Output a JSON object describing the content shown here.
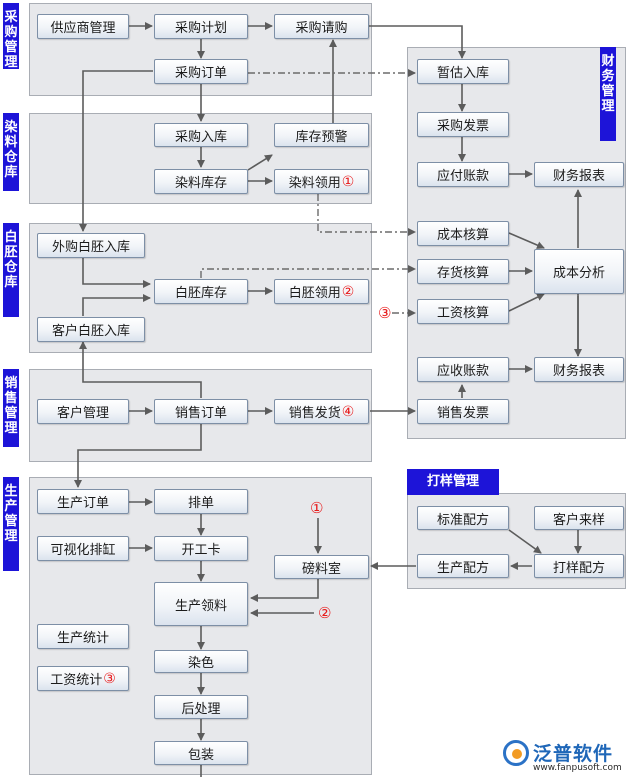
{
  "sections": {
    "procurement": "采购管理",
    "dye_warehouse": "染料仓库",
    "greige_warehouse": "白胚仓库",
    "sales": "销售管理",
    "production": "生产管理",
    "finance": "财务管理",
    "sampling": "打样管理"
  },
  "nodes": {
    "supplier_mgmt": "供应商管理",
    "purchase_plan": "采购计划",
    "purchase_request": "采购请购",
    "purchase_order": "采购订单",
    "purchase_inbound": "采购入库",
    "stock_alert": "库存预警",
    "dye_stock": "染料库存",
    "dye_issue": "染料领用",
    "external_greige_inbound": "外购白胚入库",
    "greige_stock": "白胚库存",
    "greige_issue": "白胚领用",
    "customer_greige_inbound": "客户白胚入库",
    "customer_mgmt": "客户管理",
    "sales_order": "销售订单",
    "sales_delivery": "销售发货",
    "prod_order": "生产订单",
    "scheduling": "排单",
    "visual_vat": "可视化排缸",
    "work_card": "开工卡",
    "weighing_room": "磅料室",
    "prod_material": "生产领料",
    "prod_stats": "生产统计",
    "wage_stats": "工资统计",
    "dyeing": "染色",
    "post_process": "后处理",
    "packing": "包装",
    "provisional_inbound": "暂估入库",
    "purchase_invoice": "采购发票",
    "accounts_payable": "应付账款",
    "finance_report_1": "财务报表",
    "cost_accounting": "成本核算",
    "inventory_accounting": "存货核算",
    "wage_accounting": "工资核算",
    "cost_analysis": "成本分析",
    "accounts_receivable": "应收账款",
    "finance_report_2": "财务报表",
    "sales_invoice": "销售发票",
    "standard_formula": "标准配方",
    "customer_sample": "客户来样",
    "prod_formula": "生产配方",
    "sample_formula": "打样配方"
  },
  "markers": {
    "m1": "①",
    "m2": "②",
    "m3": "③",
    "m4": "④"
  },
  "logo": {
    "name": "泛普软件",
    "url": "www.fanpusoft.com"
  },
  "colors": {
    "label_bg": "#1d14d8",
    "panel_bg": "#e7e8eb",
    "arrow": "#5c5c5c",
    "marker": "#e8191a"
  }
}
